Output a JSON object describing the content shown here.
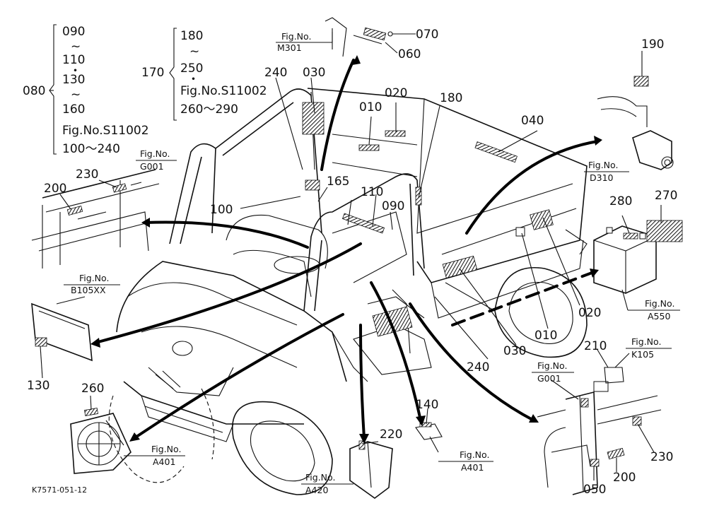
{
  "diagram": {
    "code": "K7571-051-12",
    "group_080": {
      "ref": "080",
      "lines": [
        "090",
        "~",
        "110",
        "・",
        "130",
        "~",
        "160",
        "Fig.No.S11002",
        "100～240"
      ]
    },
    "group_170": {
      "ref": "170",
      "lines": [
        "180",
        "~",
        "250",
        "・",
        "Fig.No.S11002",
        "260～290"
      ]
    },
    "figrefs": {
      "m301": {
        "title": "Fig.No.",
        "code": "M301"
      },
      "g001_left": {
        "title": "Fig.No.",
        "code": "G001"
      },
      "b105xx": {
        "title": "Fig.No.",
        "code": "B105XX"
      },
      "d310": {
        "title": "Fig.No.",
        "code": "D310"
      },
      "a550": {
        "title": "Fig.No.",
        "code": "A550"
      },
      "k105": {
        "title": "Fig.No.",
        "code": "K105"
      },
      "g001_right": {
        "title": "Fig.No.",
        "code": "G001"
      },
      "a401_left": {
        "title": "Fig.No.",
        "code": "A401"
      },
      "a420": {
        "title": "Fig.No.",
        "code": "A420"
      },
      "a401_right": {
        "title": "Fig.No.",
        "code": "A401"
      }
    },
    "parts": {
      "p070": "070",
      "p060": "060",
      "p240_top": "240",
      "p030_top": "030",
      "p010_top": "010",
      "p020_top": "020",
      "p180": "180",
      "p040": "040",
      "p190": "190",
      "p165": "165",
      "p110": "110",
      "p090": "090",
      "p100": "100",
      "p230_left": "230",
      "p200_left": "200",
      "p280": "280",
      "p270": "270",
      "p020_right": "020",
      "p010_right": "010",
      "p030_bottom": "030",
      "p240_bottom": "240",
      "p130": "130",
      "p260": "260",
      "p210": "210",
      "p140": "140",
      "p220": "220",
      "p230_right": "230",
      "p200_right": "200",
      "p050": "050"
    }
  }
}
